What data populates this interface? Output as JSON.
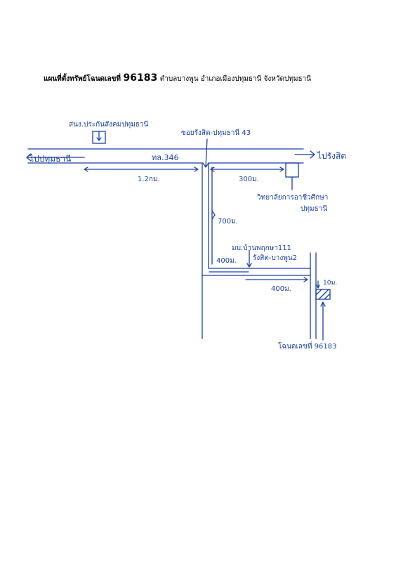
{
  "title": {
    "prefix": "แผนที่ตั้งทรัพย์โฉนดเลขที่",
    "deed_number": "96183",
    "location": "ตำบลบางพูน อำเภอเมืองปทุมธานี จังหวัดปทุมธานี"
  },
  "labels": {
    "social_security_office": "สนง.ประกันสังคมปทุมธานี",
    "soi": "ซอยรังสิต-ปทุมธานี 43",
    "to_pathum": "ไปปทุมธานี",
    "to_rangsit": "ไปรังสิต",
    "highway": "ทล.346",
    "dist_1_2km": "1.2กม.",
    "dist_300m": "300ม.",
    "college_line1": "วิทยาลัยการอาชีวศึกษา",
    "college_line2": "ปทุมธานี",
    "dist_700m": "700ม.",
    "village_line1": "มบ.บ้านพฤกษา111",
    "village_line2": "รังสิต-บางพูน2",
    "dist_400m_a": "400ม.",
    "dist_400m_b": "400ม.",
    "dist_10m": "10ม.",
    "plot_label": "โฉนดเลขที่ 96183"
  },
  "colors": {
    "ink": "#1a3fa8",
    "title": "#000000"
  }
}
